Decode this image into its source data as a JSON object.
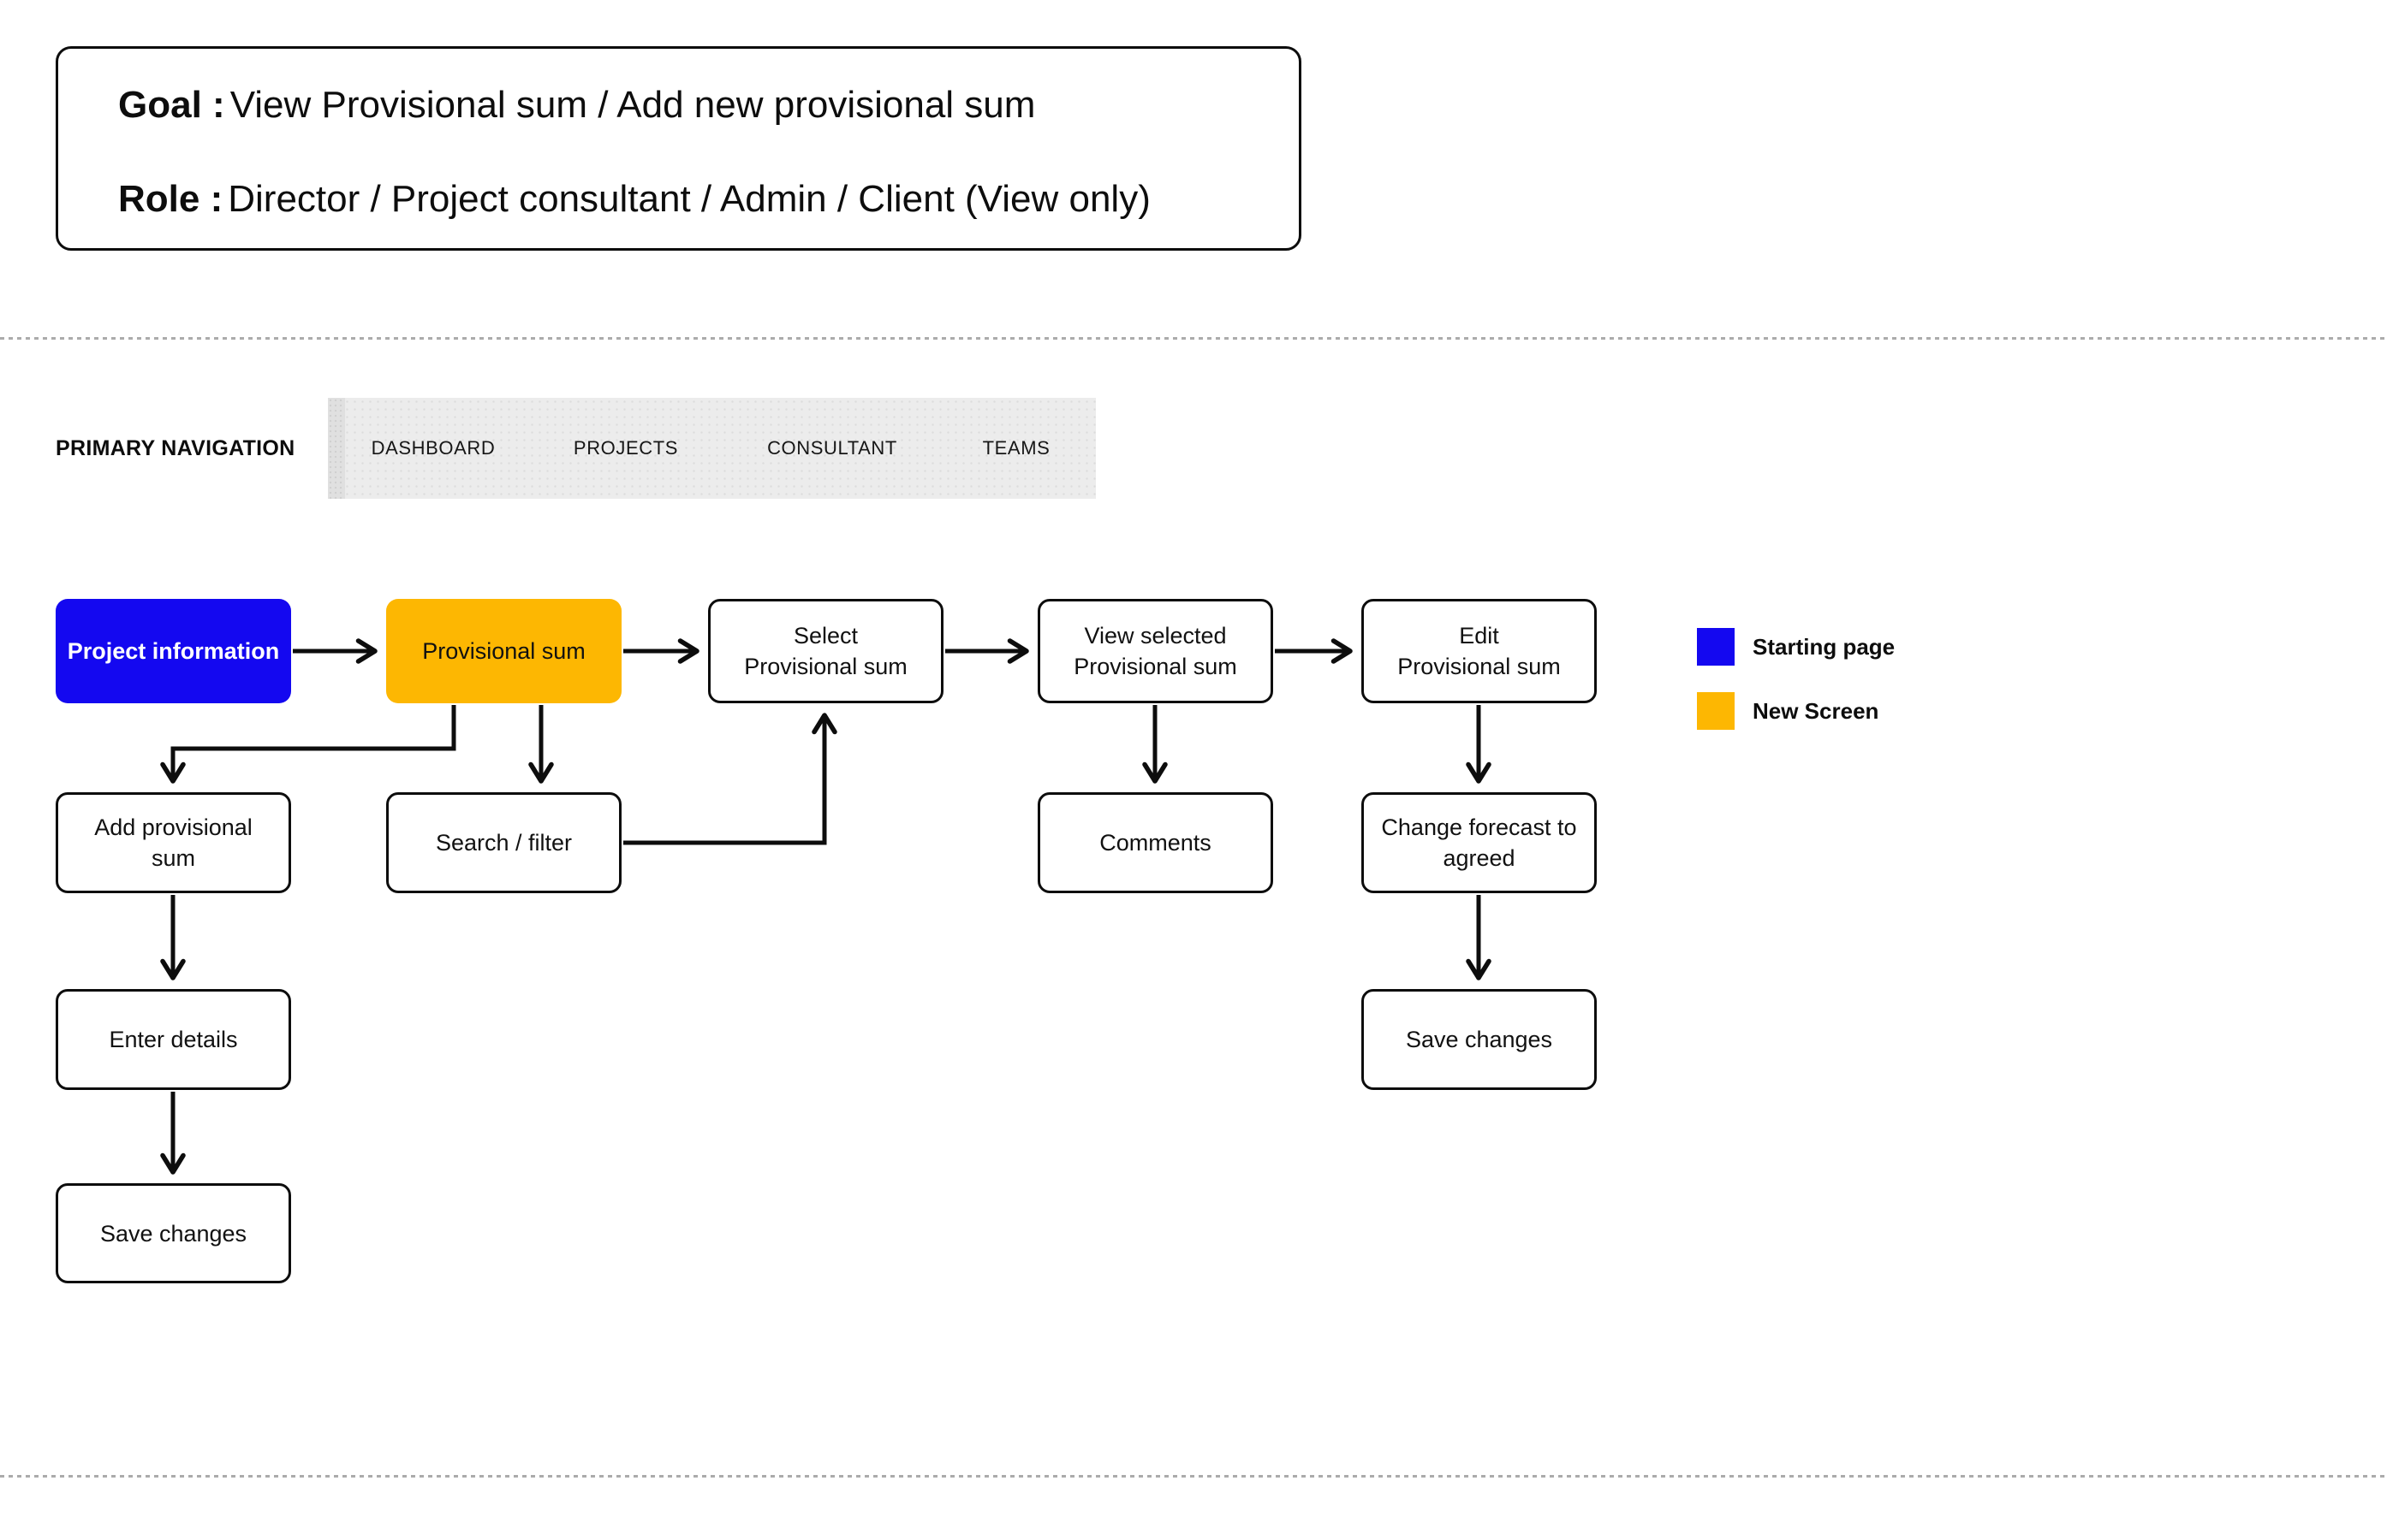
{
  "goal_box": {
    "goal_label": "Goal :",
    "goal_text": "View Provisional sum / Add new provisional sum",
    "role_label": "Role :",
    "role_text": "Director / Project consultant / Admin / Client (View only)"
  },
  "primary_navigation": {
    "label": "PRIMARY NAVIGATION",
    "items": [
      "DASHBOARD",
      "PROJECTS",
      "CONSULTANT",
      "TEAMS"
    ]
  },
  "flow": {
    "boxes": [
      {
        "id": "project-information",
        "label": [
          "Project information"
        ],
        "type": "starting-page"
      },
      {
        "id": "provisional-sum",
        "label": [
          "Provisional sum"
        ],
        "type": "new-screen"
      },
      {
        "id": "select-provisional-sum",
        "label": [
          "Select",
          "Provisional sum"
        ],
        "type": "default"
      },
      {
        "id": "view-selected",
        "label": [
          "View selected",
          "Provisional sum"
        ],
        "type": "default"
      },
      {
        "id": "edit-provisional-sum",
        "label": [
          "Edit",
          "Provisional sum"
        ],
        "type": "default"
      },
      {
        "id": "add-provisional-sum",
        "label": [
          "Add provisional",
          "sum"
        ],
        "type": "default"
      },
      {
        "id": "search-filter",
        "label": [
          "Search / filter"
        ],
        "type": "default"
      },
      {
        "id": "comments",
        "label": [
          "Comments"
        ],
        "type": "default"
      },
      {
        "id": "change-forecast",
        "label": [
          "Change forecast to",
          "agreed"
        ],
        "type": "default"
      },
      {
        "id": "enter-details",
        "label": [
          "Enter details"
        ],
        "type": "default"
      },
      {
        "id": "save-changes-right",
        "label": [
          "Save changes"
        ],
        "type": "default"
      },
      {
        "id": "save-changes-left",
        "label": [
          "Save changes"
        ],
        "type": "default"
      }
    ]
  },
  "legend": {
    "items": [
      {
        "label": "Starting page",
        "color": "#1408F0"
      },
      {
        "label": "New Screen",
        "color": "#FDB702"
      }
    ]
  },
  "colors": {
    "starting_page": "#1408F0",
    "new_screen": "#FDB702",
    "connector": "#0d0d0d",
    "nav_background": "#ececec",
    "divider": "#ababab"
  }
}
